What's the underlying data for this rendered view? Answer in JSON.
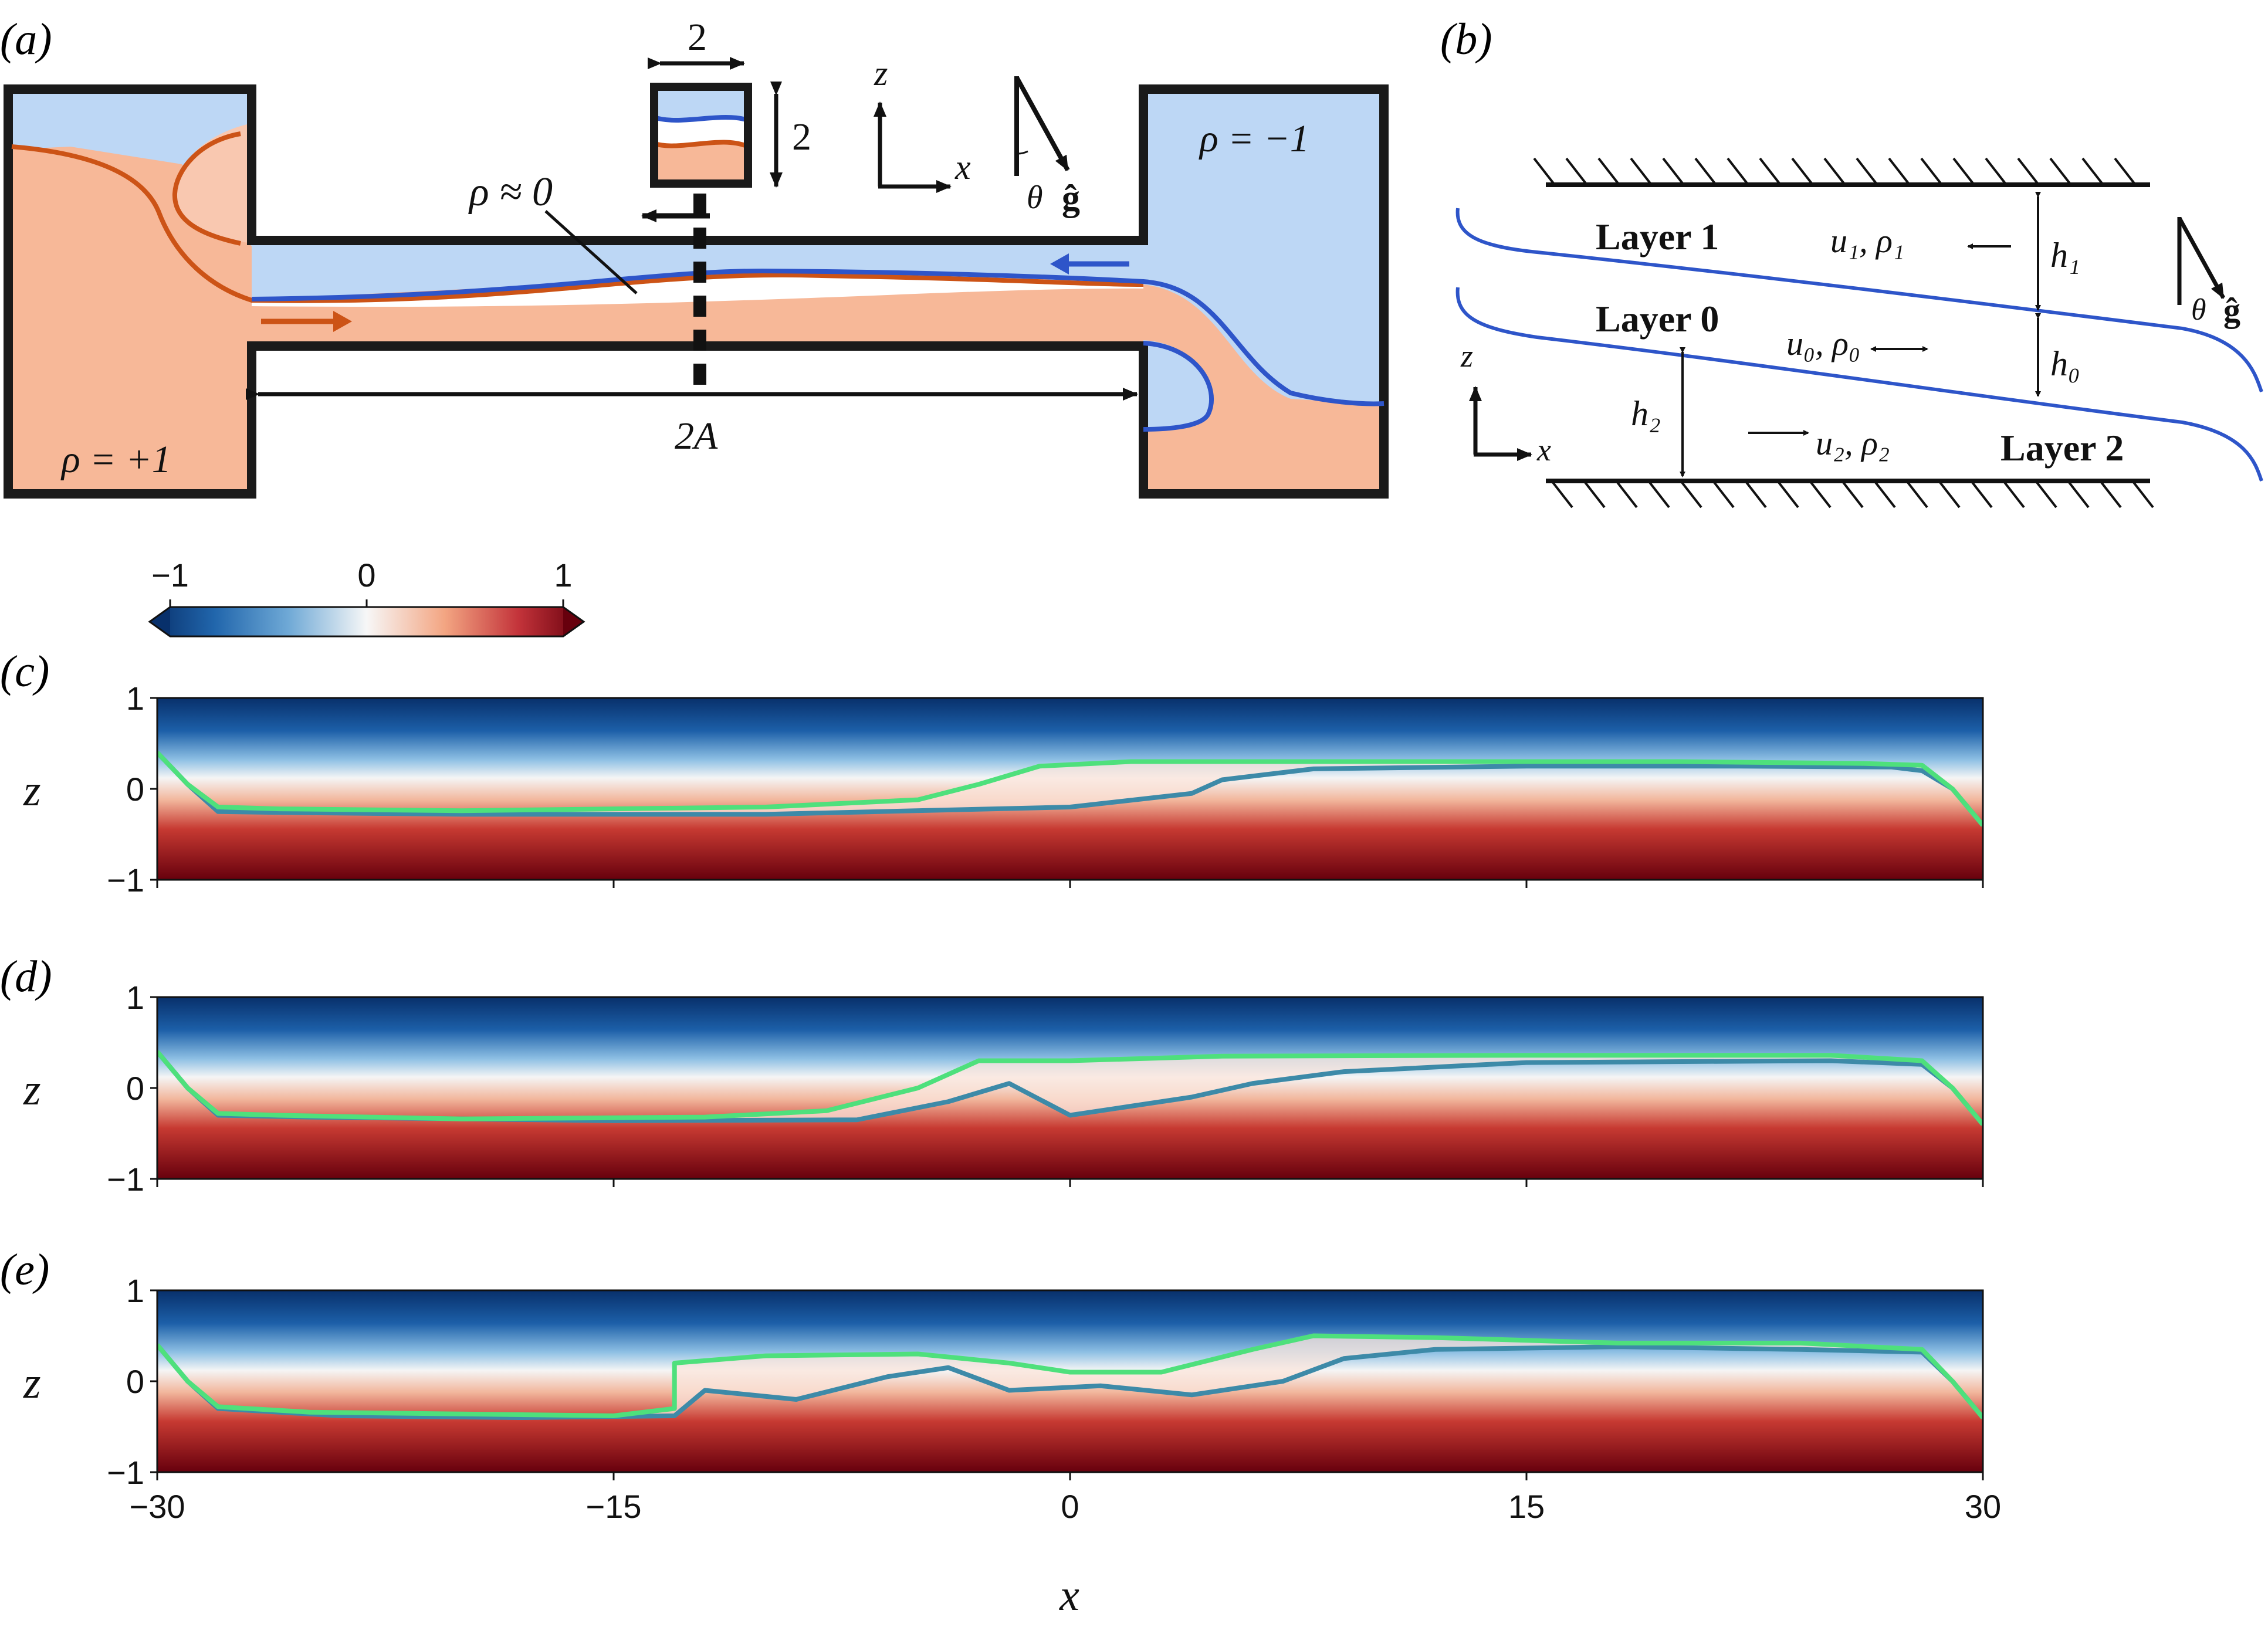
{
  "panel_labels": {
    "a": "(a)",
    "b": "(b)",
    "c": "(c)",
    "d": "(d)",
    "e": "(e)"
  },
  "panel_a": {
    "rho_left": "ρ = +1",
    "rho_right": "ρ = −1",
    "rho_mid": "ρ ≈ 0",
    "length_label": "2A",
    "cross_section_width": "2",
    "cross_section_height": "2",
    "axis_z": "z",
    "axis_x": "x",
    "tilt_angle": "θ",
    "gravity": "ĝ",
    "colors": {
      "light_fluid": "#bdd7f5",
      "dense_fluid": "#f7b898",
      "blue_interface": "#2e55c9",
      "orange_interface": "#cc5316"
    }
  },
  "panel_b": {
    "layer1": "Layer 1",
    "layer0": "Layer 0",
    "layer2": "Layer 2",
    "u1_rho1": "u₁, ρ₁",
    "u0_rho0": "u₀, ρ₀",
    "u2_rho2": "u₂, ρ₂",
    "h1": "h₁",
    "h0": "h₀",
    "h2": "h₂",
    "axis_z": "z",
    "axis_x": "x",
    "tilt_angle": "θ",
    "gravity": "ĝ"
  },
  "colorbar": {
    "ticks": [
      "−1",
      "0",
      "1"
    ],
    "colors": {
      "neg": "#08306b",
      "zero": "#f7f7f7",
      "pos": "#67000d"
    }
  },
  "chart_data": {
    "type": "heatmap",
    "xlabel": "x",
    "ylabel": "z",
    "xlim": [
      -30,
      30
    ],
    "ylim": [
      -1,
      1
    ],
    "xticks": [
      "−30",
      "−15",
      "0",
      "15",
      "30"
    ],
    "yticks": [
      "1",
      "0",
      "−1"
    ],
    "contour_colors": {
      "upper": "#4ee07c",
      "lower": "#3d8aa8"
    },
    "panels": [
      {
        "label": "(c)",
        "upper_contour": [
          [
            -30,
            0.4
          ],
          [
            -29,
            0.05
          ],
          [
            -28,
            -0.2
          ],
          [
            -26,
            -0.22
          ],
          [
            -20,
            -0.24
          ],
          [
            -10,
            -0.2
          ],
          [
            -5,
            -0.12
          ],
          [
            -3,
            0.05
          ],
          [
            -1,
            0.25
          ],
          [
            2,
            0.3
          ],
          [
            10,
            0.3
          ],
          [
            20,
            0.3
          ],
          [
            26,
            0.28
          ],
          [
            28,
            0.26
          ],
          [
            29,
            0.0
          ],
          [
            30,
            -0.4
          ]
        ],
        "lower_contour": [
          [
            -30,
            0.4
          ],
          [
            -29,
            0.05
          ],
          [
            -28,
            -0.25
          ],
          [
            -26,
            -0.26
          ],
          [
            -20,
            -0.28
          ],
          [
            -10,
            -0.28
          ],
          [
            0,
            -0.2
          ],
          [
            4,
            -0.05
          ],
          [
            5,
            0.1
          ],
          [
            8,
            0.22
          ],
          [
            15,
            0.25
          ],
          [
            22,
            0.25
          ],
          [
            27,
            0.24
          ],
          [
            28,
            0.2
          ],
          [
            29,
            0.0
          ],
          [
            30,
            -0.4
          ]
        ]
      },
      {
        "label": "(d)",
        "upper_contour": [
          [
            -30,
            0.4
          ],
          [
            -29,
            0.0
          ],
          [
            -28,
            -0.28
          ],
          [
            -26,
            -0.3
          ],
          [
            -20,
            -0.34
          ],
          [
            -12,
            -0.32
          ],
          [
            -8,
            -0.25
          ],
          [
            -5,
            0.0
          ],
          [
            -3,
            0.3
          ],
          [
            0,
            0.3
          ],
          [
            5,
            0.35
          ],
          [
            15,
            0.36
          ],
          [
            25,
            0.36
          ],
          [
            28,
            0.3
          ],
          [
            29,
            0.0
          ],
          [
            30,
            -0.4
          ]
        ],
        "lower_contour": [
          [
            -30,
            0.4
          ],
          [
            -29,
            0.0
          ],
          [
            -28,
            -0.3
          ],
          [
            -25,
            -0.32
          ],
          [
            -15,
            -0.36
          ],
          [
            -7,
            -0.35
          ],
          [
            -4,
            -0.15
          ],
          [
            -2,
            0.05
          ],
          [
            0,
            -0.3
          ],
          [
            2,
            -0.2
          ],
          [
            4,
            -0.1
          ],
          [
            6,
            0.05
          ],
          [
            9,
            0.18
          ],
          [
            15,
            0.28
          ],
          [
            25,
            0.3
          ],
          [
            28,
            0.26
          ],
          [
            29,
            0.0
          ],
          [
            30,
            -0.4
          ]
        ]
      },
      {
        "label": "(e)",
        "upper_contour": [
          [
            -30,
            0.4
          ],
          [
            -29,
            0.0
          ],
          [
            -28,
            -0.28
          ],
          [
            -25,
            -0.34
          ],
          [
            -20,
            -0.36
          ],
          [
            -15,
            -0.38
          ],
          [
            -13,
            -0.3
          ],
          [
            -13,
            0.2
          ],
          [
            -10,
            0.28
          ],
          [
            -5,
            0.3
          ],
          [
            -2,
            0.2
          ],
          [
            0,
            0.1
          ],
          [
            3,
            0.1
          ],
          [
            6,
            0.35
          ],
          [
            8,
            0.5
          ],
          [
            12,
            0.48
          ],
          [
            18,
            0.42
          ],
          [
            24,
            0.42
          ],
          [
            28,
            0.35
          ],
          [
            29,
            0.0
          ],
          [
            30,
            -0.4
          ]
        ],
        "lower_contour": [
          [
            -30,
            0.4
          ],
          [
            -29,
            0.0
          ],
          [
            -28,
            -0.3
          ],
          [
            -24,
            -0.38
          ],
          [
            -18,
            -0.4
          ],
          [
            -13,
            -0.38
          ],
          [
            -12,
            -0.1
          ],
          [
            -9,
            -0.2
          ],
          [
            -6,
            0.05
          ],
          [
            -4,
            0.15
          ],
          [
            -2,
            -0.1
          ],
          [
            1,
            -0.05
          ],
          [
            4,
            -0.15
          ],
          [
            7,
            0.0
          ],
          [
            9,
            0.25
          ],
          [
            12,
            0.35
          ],
          [
            18,
            0.38
          ],
          [
            24,
            0.35
          ],
          [
            28,
            0.32
          ],
          [
            29,
            0.0
          ],
          [
            30,
            -0.4
          ]
        ]
      }
    ]
  }
}
